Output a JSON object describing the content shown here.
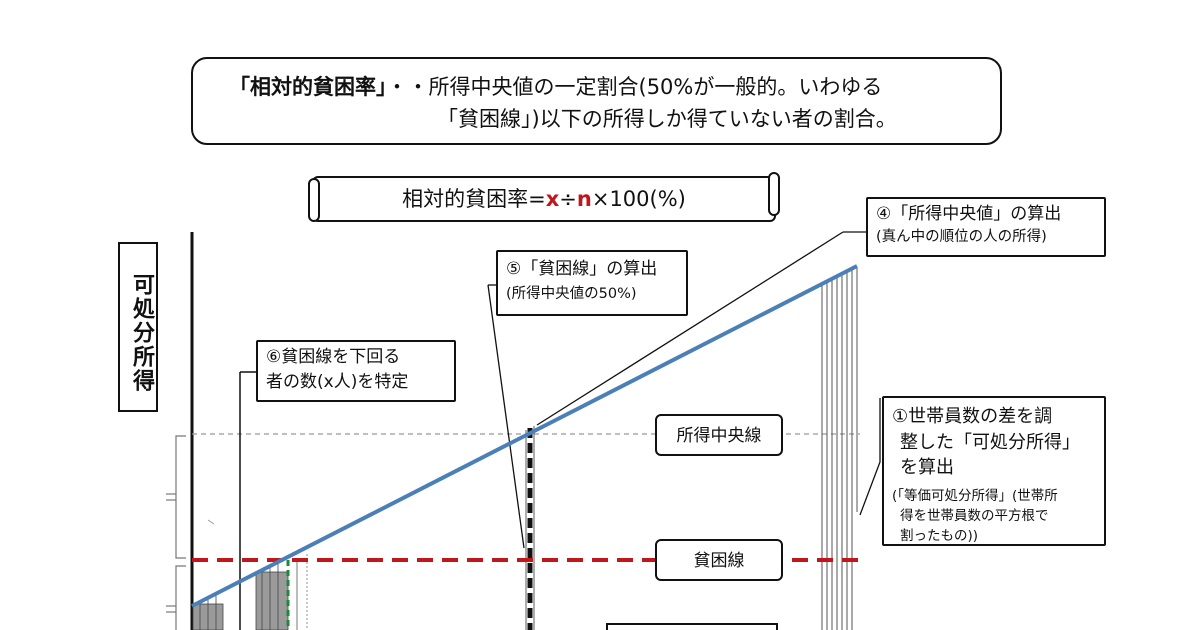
{
  "definition": {
    "term": "「相対的貧困率」",
    "line1_rest": "・・所得中央値の一定割合(50%が一般的。いわゆる",
    "line2": "「貧困線」)以下の所得しか得ていない者の割合。"
  },
  "formula": {
    "prefix": "相対的貧困率=",
    "x": "x",
    "div": "÷",
    "n": "n",
    "suffix": "×100(%)"
  },
  "y_axis_label": "可処分所得",
  "steps": {
    "step4_title": "④「所得中央値」の算出",
    "step4_sub": "(真ん中の順位の人の所得)",
    "step5_title": "⑤「貧困線」の算出",
    "step5_sub": "(所得中央値の50%)",
    "step6_line1": "⑥貧困線を下回る",
    "step6_line2": "者の数(x人)を特定",
    "step1_line1": "①世帯員数の差を調",
    "step1_line2": "整した「可処分所得」",
    "step1_line3": "を算出",
    "step1_note1": "(「等価可処分所得」(世帯所",
    "step1_note2": "得を世帯員数の平方根で",
    "step1_note3": "割ったもの))"
  },
  "lines": {
    "median_line": "所得中央線",
    "poverty_line": "貧困線"
  },
  "colors": {
    "income_line": "#4a7fb8",
    "poverty_line": "#c0171d",
    "highlight_bar": "#1d8a3a"
  }
}
